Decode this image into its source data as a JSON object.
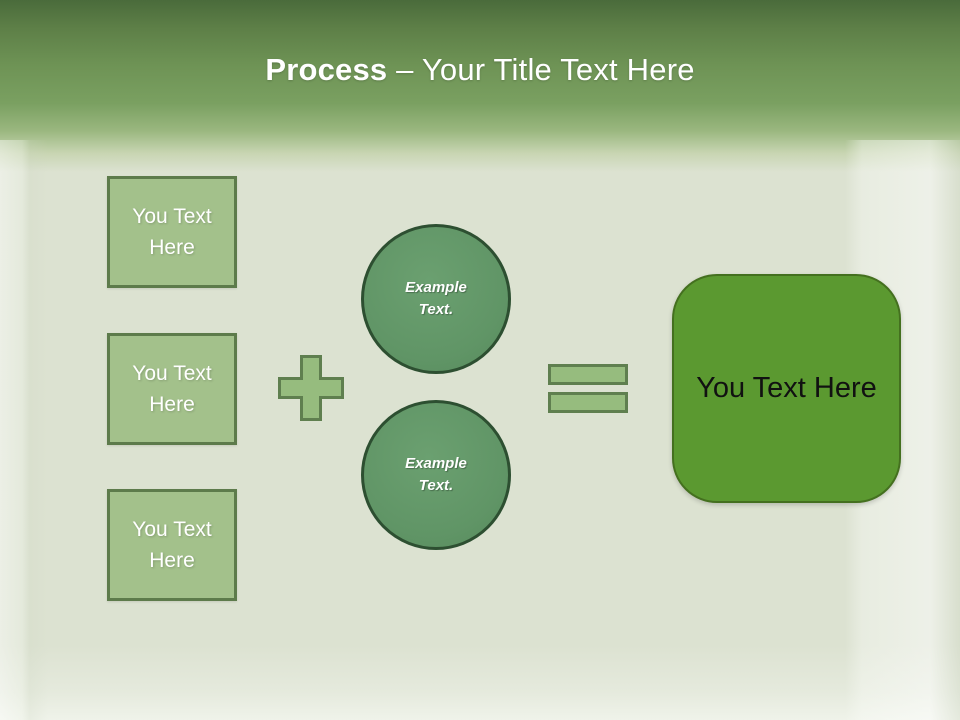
{
  "title": {
    "bold": "Process",
    "rest": " – Your Title Text Here"
  },
  "left_boxes": [
    {
      "label": "You Text Here"
    },
    {
      "label": "You Text Here"
    },
    {
      "label": "You Text Here"
    }
  ],
  "operators": {
    "plus_icon": "plus",
    "equals_icon": "equals"
  },
  "circles": [
    {
      "label": "Example Text."
    },
    {
      "label": "Example Text."
    }
  ],
  "result_box": {
    "label": "You Text Here"
  },
  "colors": {
    "header_top": "#4a6b3b",
    "header_mid": "#6e9355",
    "header_low": "#7aa061",
    "bg": "#dce2d1",
    "box_fill": "#a3c18b",
    "box_border": "#5d7b4b",
    "circle_fill": "#609566",
    "circle_border": "#2d4f31",
    "operator_fill": "#96bc7e",
    "operator_border": "#5f7f4f",
    "result_fill": "#5b9930",
    "result_border": "#44701f",
    "title_color": "#ffffff",
    "box_text": "#ffffff",
    "circle_text": "#ffffff",
    "result_text": "#111111"
  }
}
